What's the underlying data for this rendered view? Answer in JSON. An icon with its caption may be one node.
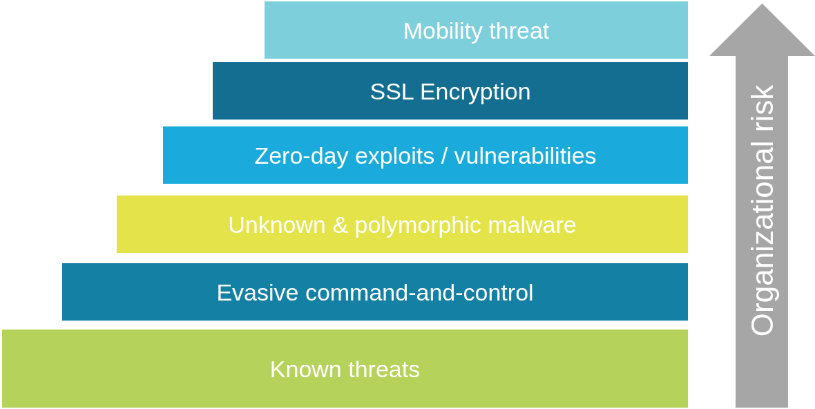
{
  "diagram": {
    "nodes": [
      {
        "text": [
          "Mobility threat"
        ]
      },
      {
        "text": [
          "SSL Encryption"
        ]
      },
      {
        "text": [
          "Zero-day exploits / vulnerabilities"
        ]
      },
      {
        "text": [
          "Unknown & polymorphic malware"
        ]
      },
      {
        "text": [
          "Evasive command-and-control"
        ]
      },
      {
        "text": [
          "Known threats"
        ]
      },
      {
        "text": [
          "Organizational risk"
        ]
      }
    ],
    "edges": []
  }
}
